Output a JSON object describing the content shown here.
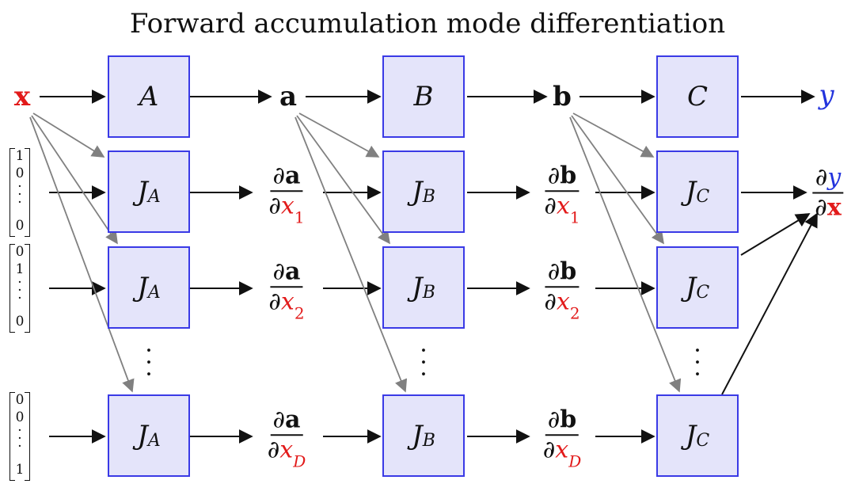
{
  "title": "Forward accumulation mode differentiation",
  "inputs": {
    "x": "x",
    "a": "a",
    "b": "b",
    "y": "y"
  },
  "blocks": {
    "A": "A",
    "B": "B",
    "C": "C",
    "J": "J",
    "sub_A": "A",
    "sub_B": "B",
    "sub_C": "C"
  },
  "fractions": {
    "partial": "∂",
    "num_a": "a",
    "num_b": "b",
    "den_x": "x",
    "sub_1": "1",
    "sub_2": "2",
    "sub_D": "D",
    "out_num": "y",
    "out_den": "x"
  },
  "seed_vectors": [
    [
      "1",
      "0",
      "0"
    ],
    [
      "0",
      "1",
      "0"
    ],
    [
      "0",
      "0",
      "1"
    ]
  ],
  "colors": {
    "box_fill": "#e4e4fa",
    "box_border": "#3a3ae6",
    "red": "#e21a1a",
    "blue": "#2233dd",
    "gray_arrow": "#808080"
  }
}
